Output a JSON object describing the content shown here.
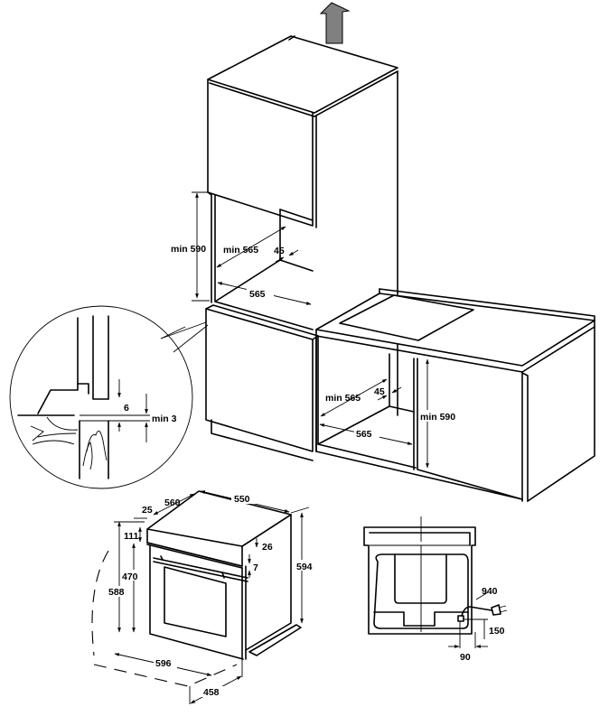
{
  "diagram": {
    "title": "Built-in oven installation dimensions",
    "arrow_color": "#808080",
    "tall_cabinet": {
      "height_label": "min 590",
      "depth_label": "min 565",
      "rear_gap_label": "45",
      "width_label": "565"
    },
    "under_counter": {
      "depth_label": "min 565",
      "rear_gap_label": "45",
      "width_label": "565",
      "height_label": "min 590"
    },
    "detail_circle": {
      "gap_label": "6",
      "min_gap_label": "min 3"
    },
    "oven_dimensions": {
      "top_offset": "25",
      "depth": "560",
      "width": "550",
      "panel_height": "111",
      "lip_depth": "26",
      "door_gap": "7",
      "door_height": "470",
      "body_height": "588",
      "total_height": "594",
      "front_width": "596",
      "door_depth": "458"
    },
    "rear_view": {
      "cable_length": "940",
      "socket_height": "150",
      "socket_offset": "90"
    }
  }
}
